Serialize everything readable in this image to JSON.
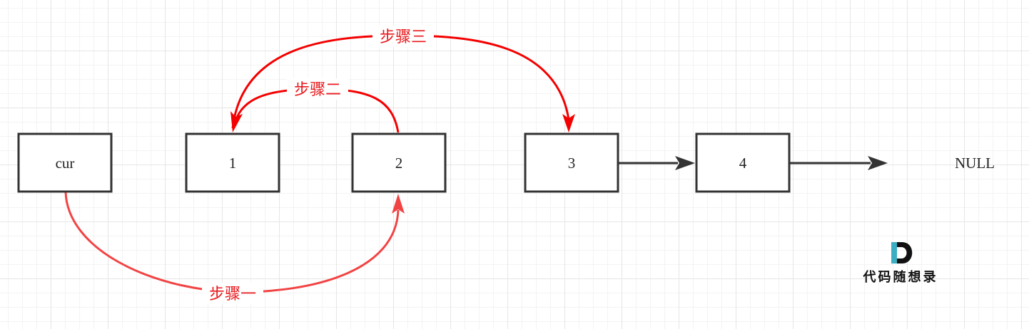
{
  "nodes": {
    "cur": "cur",
    "n1": "1",
    "n2": "2",
    "n3": "3",
    "n4": "4",
    "null_label": "NULL"
  },
  "steps": {
    "step1": "步骤一",
    "step2": "步骤二",
    "step3": "步骤三"
  },
  "logo": {
    "text": "代码随想录",
    "icon": "d-letter-icon"
  },
  "colors": {
    "arrow_red": "#f40000",
    "arrow_red_light": "#f24343",
    "box_stroke": "#333333",
    "logo_teal": "#3aaec2"
  }
}
